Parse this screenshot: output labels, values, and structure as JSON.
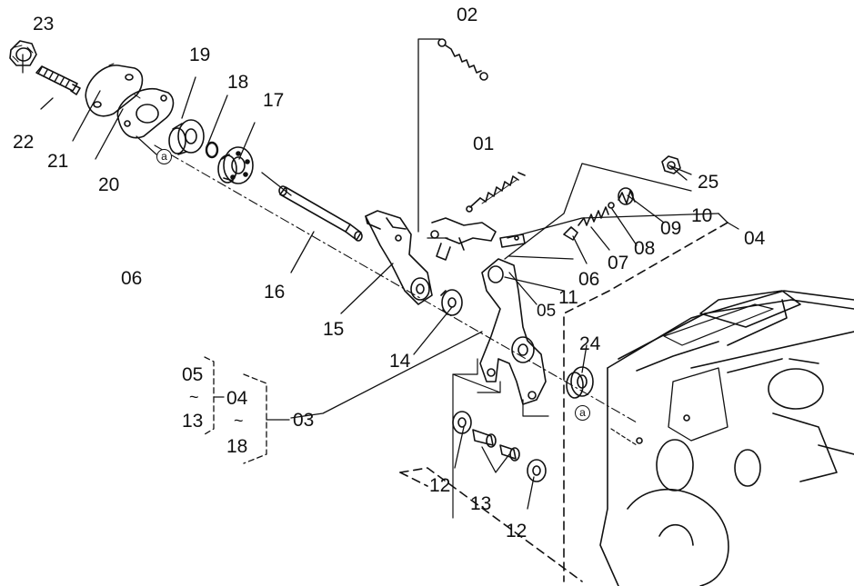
{
  "callouts": {
    "c01": "01",
    "c02": "02",
    "c03": "03",
    "c04": "04",
    "c05": "05",
    "c06": "06",
    "c07": "07",
    "c08": "08",
    "c09": "09",
    "c10": "10",
    "c11": "11",
    "c12a": "12",
    "c12b": "12",
    "c13": "13",
    "c14": "14",
    "c15": "15",
    "c16": "16",
    "c17": "17",
    "c18": "18",
    "c19": "19",
    "c20": "20",
    "c21": "21",
    "c22": "22",
    "c23": "23",
    "c24": "24",
    "c25": "25",
    "c06_free": "06"
  },
  "group": {
    "a1": "05",
    "a2": "13",
    "b1": "04",
    "b2": "18",
    "tilde": "~"
  },
  "reference_mark": "a"
}
